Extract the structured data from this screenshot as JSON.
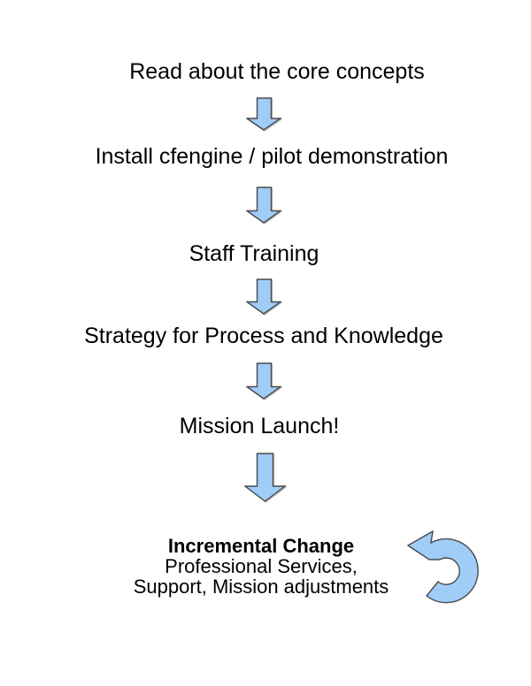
{
  "diagram": {
    "steps": [
      {
        "label": "Read about the core concepts"
      },
      {
        "label": "Install cfengine / pilot demonstration"
      },
      {
        "label": "Staff Training"
      },
      {
        "label": "Strategy for Process and Knowledge"
      },
      {
        "label": "Mission Launch!"
      }
    ],
    "final_step": {
      "title": "Incremental Change",
      "subtitle_line1": "Professional Services,",
      "subtitle_line2": "Support, Mission adjustments"
    },
    "icons": {
      "down_arrow": "block-arrow-down",
      "loop_arrow": "counterclockwise-loop-arrow"
    },
    "colors": {
      "arrow_fill": "#A0CCF8",
      "arrow_outline": "#4A4A4A",
      "text": "#000000",
      "background": "#FFFFFF"
    }
  }
}
